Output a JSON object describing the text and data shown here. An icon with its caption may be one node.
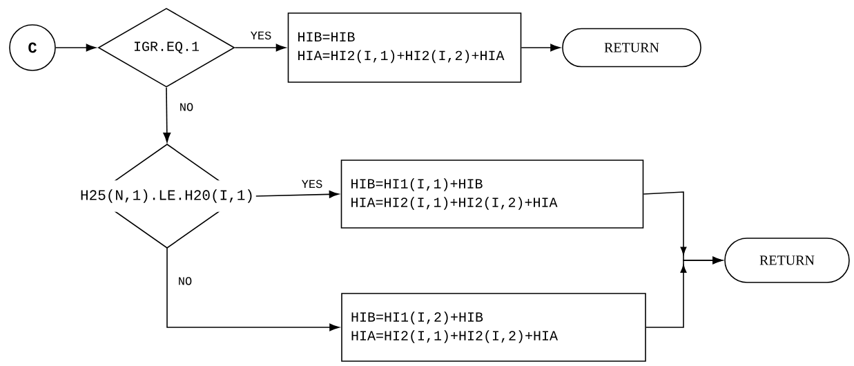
{
  "diagram": {
    "nodes": [
      {
        "text": [
          "C"
        ]
      },
      {
        "text": [
          "IGR.EQ.1"
        ]
      },
      {
        "text": [
          "HIB=HIB",
          "HIA=HI2(I,1)+HI2(I,2)+HIA"
        ]
      },
      {
        "text": [
          "RETURN"
        ]
      },
      {
        "text": [
          "H25(N,1).LE.H20(I,1)"
        ]
      },
      {
        "text": [
          "HIB=HI1(I,1)+HIB",
          "HIA=HI2(I,1)+HI2(I,2)+HIA"
        ]
      },
      {
        "text": [
          "HIB=HI1(I,2)+HIB",
          "HIA=HI2(I,1)+HI2(I,2)+HIA"
        ]
      },
      {
        "text": [
          "RETURN"
        ]
      }
    ],
    "edges": [
      {
        "from": 0,
        "to": 1,
        "arrow": "to"
      },
      {
        "from": 1,
        "to": 2,
        "arrow": "to",
        "label": "YES"
      },
      {
        "from": 2,
        "to": 3,
        "arrow": "to"
      },
      {
        "from": 1,
        "to": 4,
        "arrow": "to",
        "label": "NO"
      },
      {
        "from": 4,
        "to": 5,
        "arrow": "to",
        "label": "YES"
      },
      {
        "from": 4,
        "to": 6,
        "arrow": "to",
        "label": "NO"
      },
      {
        "from": 5,
        "to": 7,
        "arrow": "to"
      },
      {
        "from": 6,
        "to": 7,
        "arrow": "to"
      }
    ]
  }
}
